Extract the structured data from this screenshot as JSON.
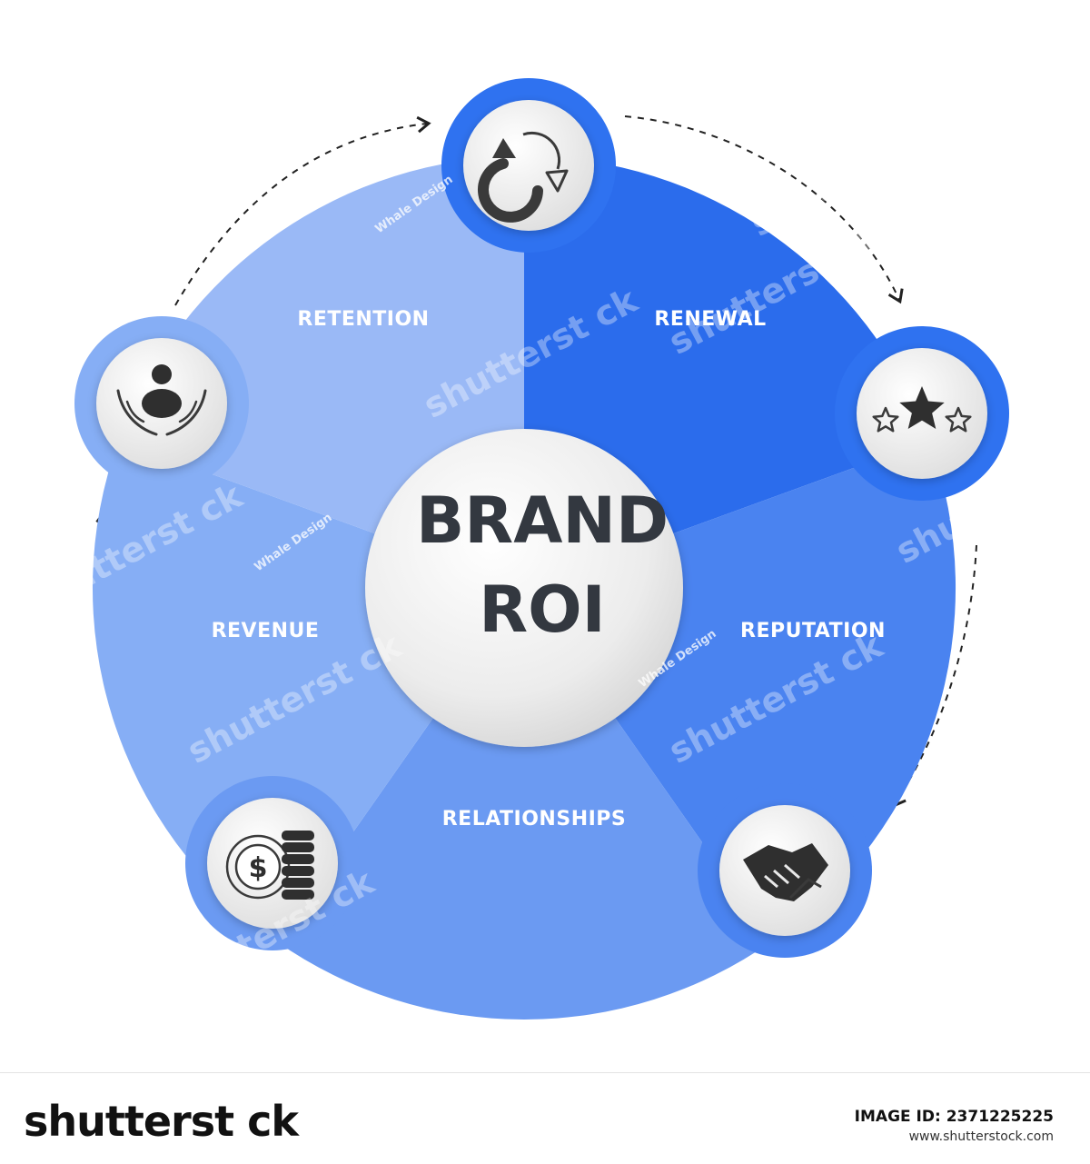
{
  "diagram": {
    "center": {
      "line1": "BRAND",
      "line2": "ROI"
    },
    "segments": [
      {
        "label": "RETENTION",
        "color": "#2b6cec"
      },
      {
        "label": "RENEWAL",
        "color": "#4a83f0"
      },
      {
        "label": "REPUTATION",
        "color": "#6b9af2"
      },
      {
        "label": "RELATIONSHIPS",
        "color": "#86aef5"
      },
      {
        "label": "REVENUE",
        "color": "#9ab9f6"
      }
    ],
    "nodes": [
      {
        "icon": "refresh-cycle-icon",
        "ring": "#2f72f0"
      },
      {
        "icon": "star-rating-icon",
        "ring": "#2f72f0"
      },
      {
        "icon": "handshake-icon",
        "ring": "#4a83f0"
      },
      {
        "icon": "dollar-coins-icon",
        "ring": "#6b9af2"
      },
      {
        "icon": "hands-holding-person-icon",
        "ring": "#86aef5"
      }
    ],
    "flow": "clockwise",
    "watermark": {
      "site": "shutterst ck",
      "credit": "Whale Design"
    }
  },
  "footer": {
    "logo": "shutterst ck",
    "image_id": "IMAGE ID: 2371225225",
    "url": "www.shutterstock.com"
  }
}
